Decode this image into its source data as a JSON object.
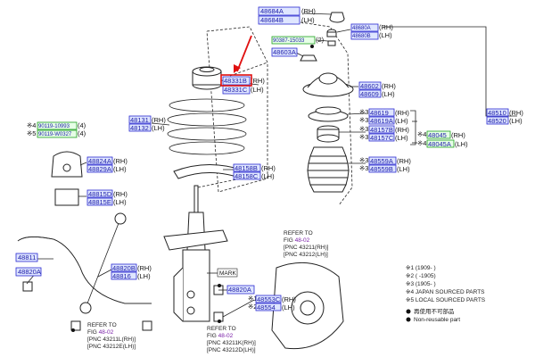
{
  "labels": {
    "p48684a": "48684A",
    "p48684b": "48684B",
    "p48680a": "48680A",
    "p48680b": "48680B",
    "p90387": "90387-15033",
    "p90387_q": "(2)",
    "p48603a": "48603A",
    "p48331b": "48331B",
    "p48331c": "48331C",
    "p48602": "48602",
    "p48609": "48609",
    "p48131": "48131",
    "p48132": "48132",
    "p48619": "48619",
    "p48619a": "48619A",
    "p48157b": "48157B",
    "p48157c": "48157C",
    "p48045": "48045",
    "p48045a": "48045A",
    "p48510": "48510",
    "p48520": "48520",
    "p48158b": "48158B",
    "p48158c": "48158C",
    "p48559a": "48559A",
    "p48559b": "48559B",
    "p90119a": "90119-10993",
    "p90119a_q": "(4)",
    "p90119b": "90119-W0327",
    "p90119b_q": "(4)",
    "p48824a": "48824A",
    "p48829a": "48829A",
    "p48815d": "48815D",
    "p48815e": "48815E",
    "p48811": "48811",
    "p48820a": "48820A",
    "p48820b": "48820B",
    "p48816": "48816",
    "p48820a2": "48820A",
    "p48553c": "48553C",
    "p48554": "48554"
  },
  "sides": {
    "rh": "(RH)",
    "lh": "(LH)"
  },
  "star_marks": {
    "s1": "※1",
    "s2": "※2",
    "s3": "※3",
    "s4": "※4",
    "s5": "※5"
  },
  "mark_label": "MARK",
  "refs": {
    "upper_right": {
      "l1": "REFER TO",
      "l2a": "FIG ",
      "l2b": "48-02",
      "l3": "[PNC 43211(RH)]",
      "l4": "[PNC 43212(LH)]"
    },
    "lower_left": {
      "l1": "REFER TO",
      "l2a": "FIG ",
      "l2b": "48-02",
      "l3": "[PNC 43211L(RH)]",
      "l4": "[PNC 43212E(LH)]"
    },
    "lower_mid": {
      "l1": "REFER TO",
      "l2a": "FIG ",
      "l2b": "48-02",
      "l3": "[PNC 43211K(RH)]",
      "l4": "[PNC 43212D(LH)]"
    }
  },
  "notes": {
    "n1": "※1 (1909-      )",
    "n2": "※2 (      -1905)",
    "n3": "※3 (1905-      )",
    "n4": "※4 JAPAN SOURCED PARTS",
    "n5": "※5 LOCAL SOURCED PARTS",
    "n6": "再使用不可部品",
    "n7": "Non-reusable part"
  },
  "colors": {
    "part_number": "#1a1aa8",
    "highlight": "#e01010",
    "ref_fig": "#7a1fa8"
  }
}
